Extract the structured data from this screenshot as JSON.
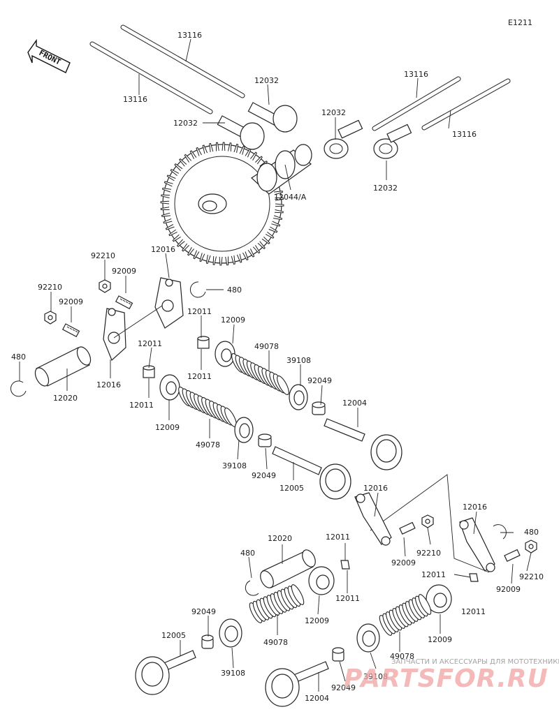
{
  "diagram_ref": "E1211",
  "front_label": "FRONT",
  "watermark": {
    "line1": "ЗАПЧАСТИ И АКСЕССУАРЫ ДЛЯ МОТОТЕХНИКИ",
    "line2": "PARTSFOR.RU"
  },
  "labels": [
    "13116",
    "13116",
    "12032",
    "12032",
    "12032",
    "12032",
    "13116",
    "13116",
    "12044/A",
    "92210",
    "92009",
    "12016",
    "480",
    "92210",
    "92009",
    "12011",
    "12009",
    "12011",
    "49078",
    "39108",
    "92049",
    "12004",
    "480",
    "12020",
    "12016",
    "12011",
    "12011",
    "12009",
    "49078",
    "39108",
    "92049",
    "12005",
    "12016",
    "12016",
    "480",
    "92210",
    "92009",
    "12011",
    "480",
    "12020",
    "12011",
    "92210",
    "92009",
    "12011",
    "12011",
    "12009",
    "49078",
    "12009",
    "92049",
    "12005",
    "39108",
    "49078",
    "39108",
    "92049",
    "12004"
  ]
}
